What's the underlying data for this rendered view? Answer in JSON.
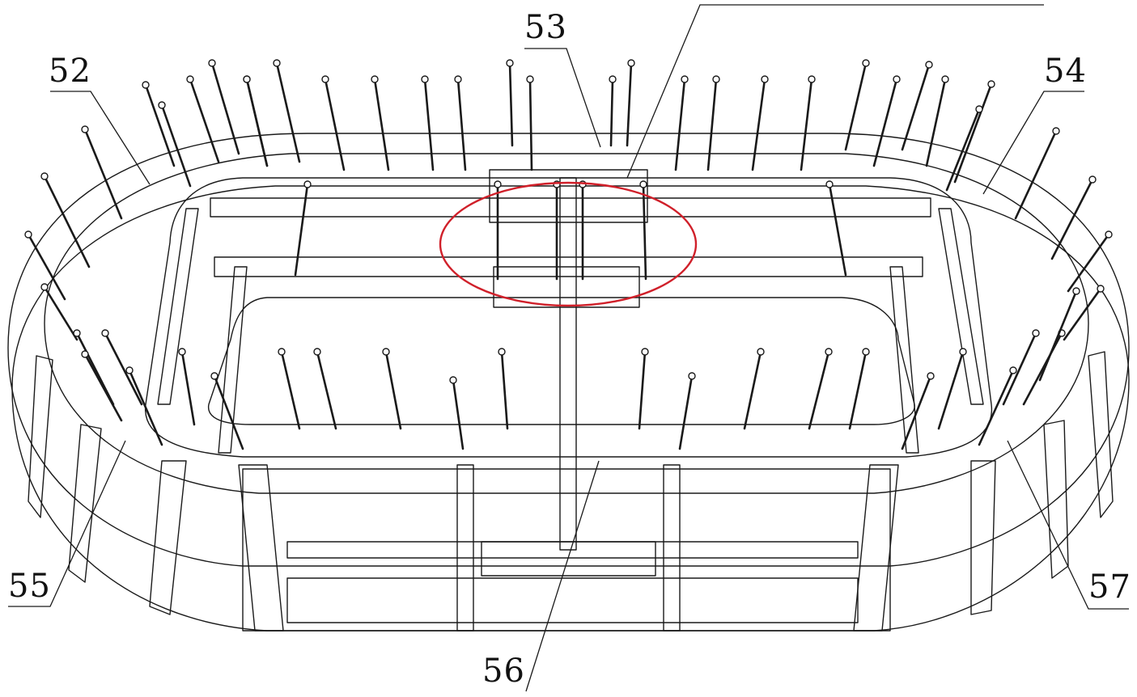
{
  "labels": {
    "l52": "52",
    "l53": "53",
    "l54": "54",
    "l55": "55",
    "l56": "56",
    "l57": "57"
  },
  "colors": {
    "line": "#1a1a1a",
    "highlight": "#d0202a",
    "background": "#ffffff"
  }
}
